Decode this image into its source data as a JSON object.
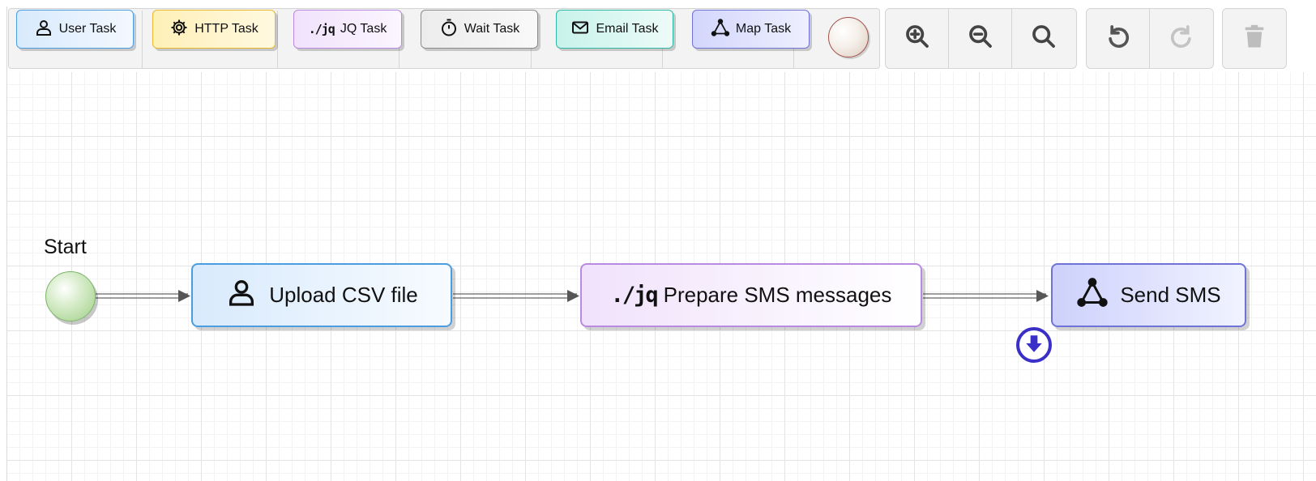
{
  "palette": {
    "user_task": "User Task",
    "http_task": "HTTP Task",
    "jq_task": "JQ Task",
    "wait_task": "Wait Task",
    "email_task": "Email Task",
    "map_task": "Map Task",
    "jq_glyph": "./jq"
  },
  "toolbar_icons": [
    "zoom-in-icon",
    "zoom-out-icon",
    "zoom-reset-icon",
    "undo-icon",
    "redo-icon",
    "trash-icon"
  ],
  "diagram": {
    "start_label": "Start",
    "upload_task": "Upload CSV file",
    "prepare_task": "Prepare SMS messages",
    "prepare_glyph": "./jq",
    "send_task": "Send SMS"
  },
  "colors": {
    "user": "#4a9de0",
    "http": "#e6b92e",
    "jq": "#b98be0",
    "wait": "#8a8a8a",
    "email": "#2fb9a4",
    "map": "#6f73d8",
    "badge": "#3a30c8"
  }
}
